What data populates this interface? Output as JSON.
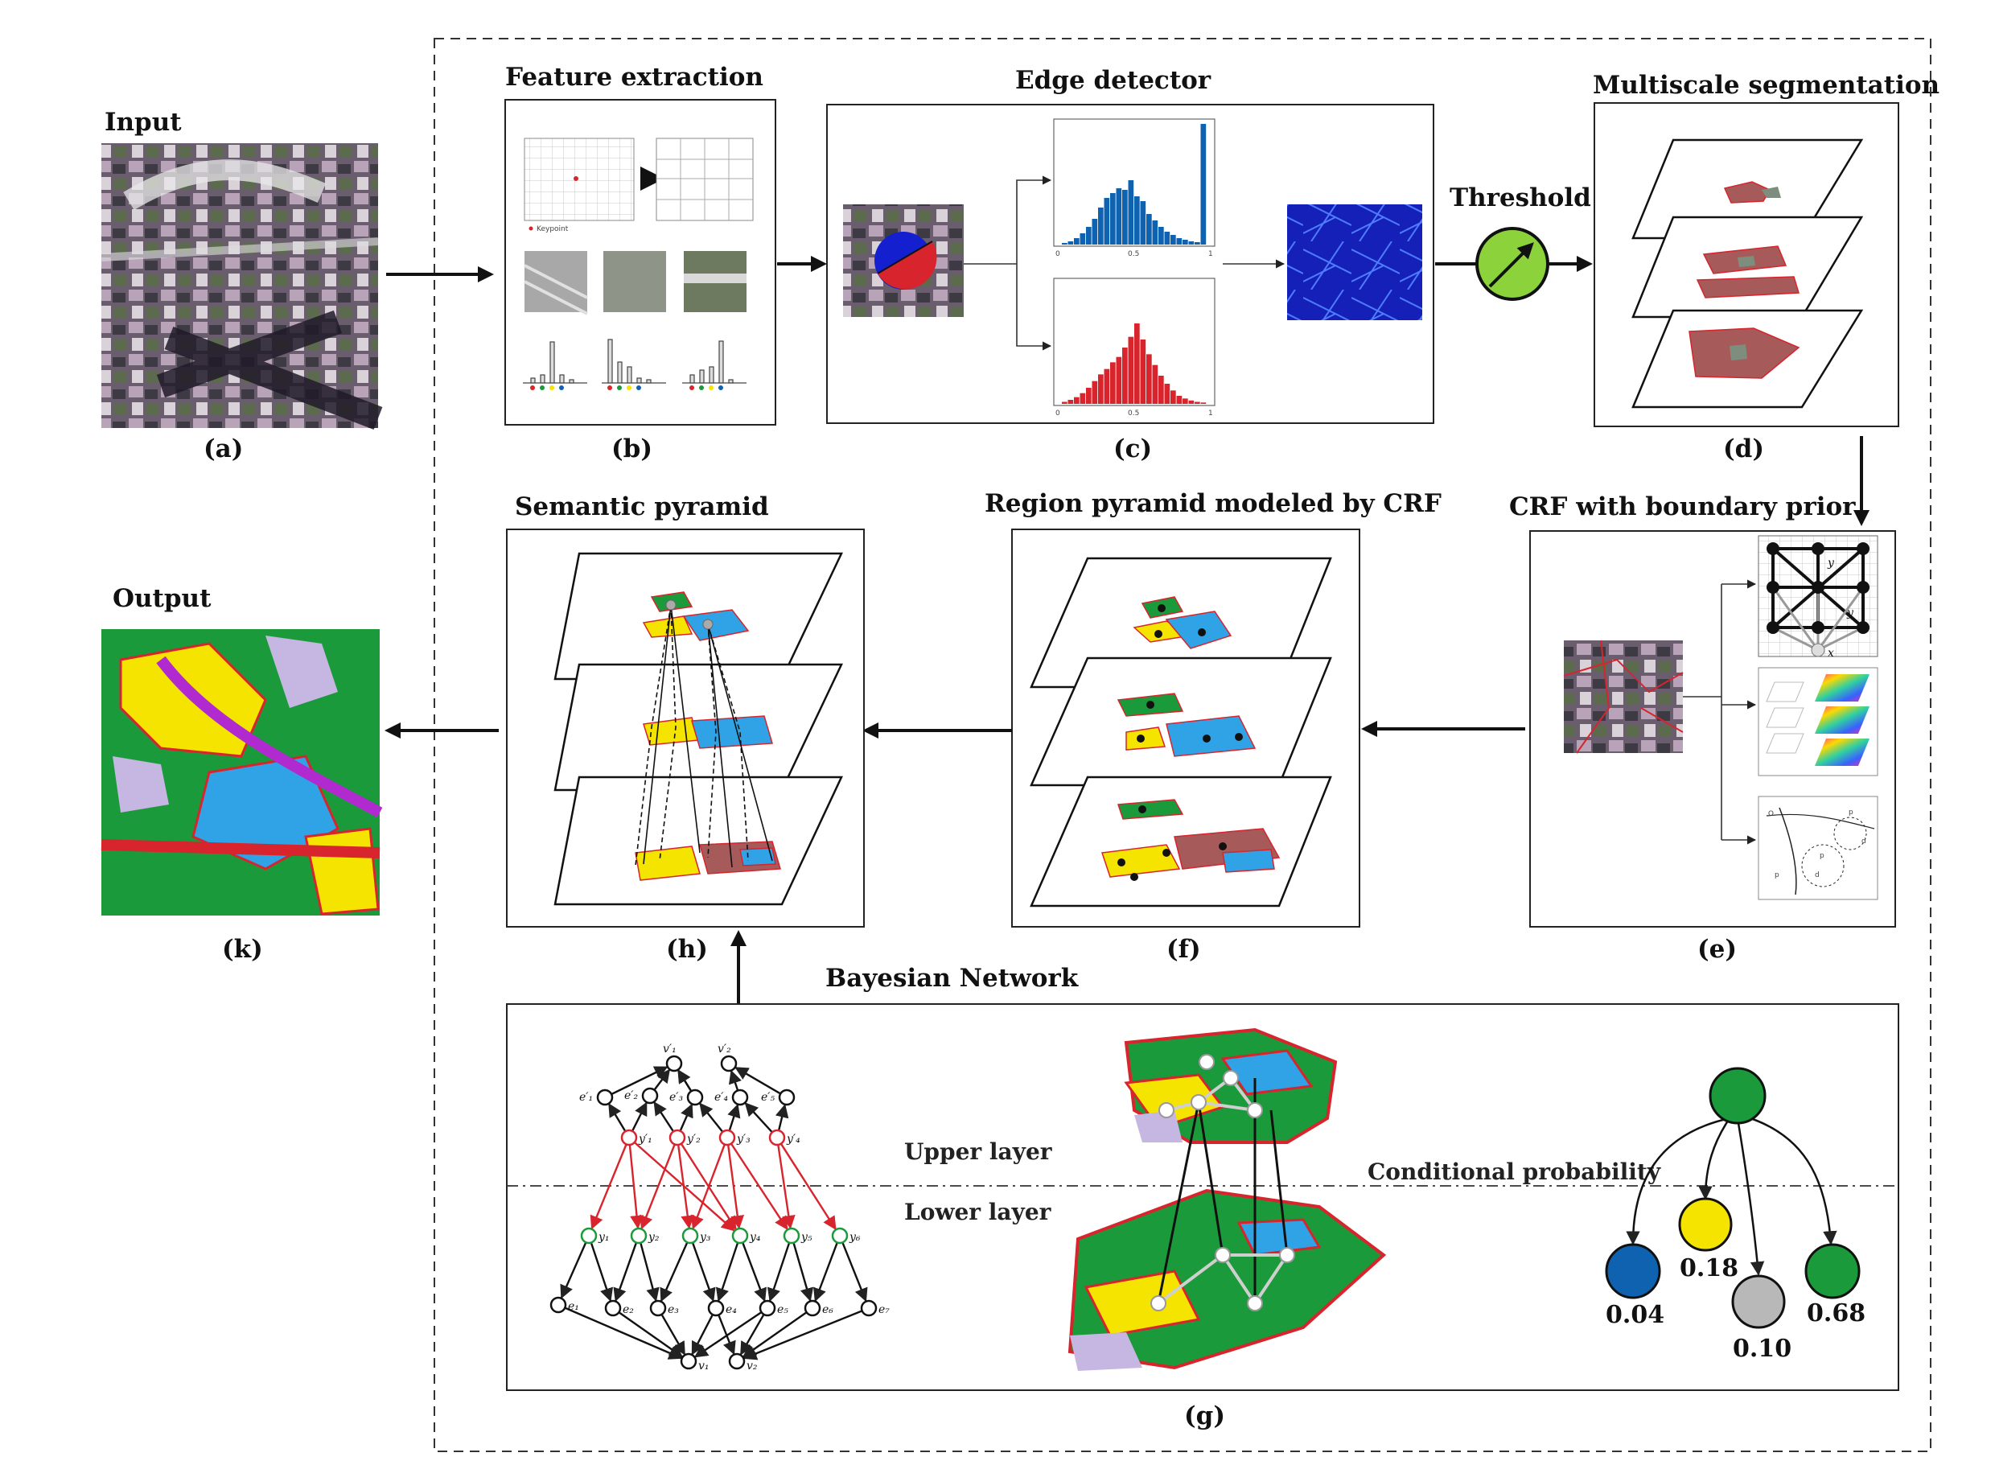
{
  "panels": {
    "input": {
      "title": "Input",
      "caption": "(a)"
    },
    "feature_extraction": {
      "title": "Feature extraction",
      "caption": "(b)",
      "legend": "Keypoint"
    },
    "edge_detector": {
      "title": "Edge detector",
      "caption": "(c)",
      "ticks": [
        "0",
        "0.5",
        "1"
      ]
    },
    "threshold": {
      "title": "Threshold"
    },
    "multiscale_segmentation": {
      "title": "Multiscale segmentation",
      "caption": "(d)"
    },
    "crf_boundary_prior": {
      "title": "CRF with boundary prior",
      "caption": "(e)",
      "labels": [
        "y",
        "y",
        "x",
        "Ω",
        "p",
        "p",
        "d",
        "d",
        "p"
      ]
    },
    "region_pyramid": {
      "title": "Region pyramid modeled by CRF",
      "caption": "(f)"
    },
    "bayesian_network": {
      "title": "Bayesian Network",
      "caption": "(g)",
      "upper_layer": "Upper layer",
      "lower_layer": "Lower layer",
      "conditional_probability": "Conditional probability",
      "probabilities": [
        "0.04",
        "0.18",
        "0.10",
        "0.68"
      ]
    },
    "semantic_pyramid": {
      "title": "Semantic pyramid",
      "caption": "(h)"
    },
    "output": {
      "title": "Output",
      "caption": "(k)"
    }
  },
  "bn_labels": {
    "top": [
      "v′₁",
      "v′₂"
    ],
    "upper_e": [
      "e′₁",
      "e′₂",
      "e′₃",
      "e′₄",
      "e′₅"
    ],
    "upper_y": [
      "y′₁",
      "y′₂",
      "y′₃",
      "y′₄"
    ],
    "lower_y": [
      "y₁",
      "y₂",
      "y₃",
      "y₄",
      "y₅",
      "y₆"
    ],
    "lower_e": [
      "e₁",
      "e₂",
      "e₃",
      "e₄",
      "e₅",
      "e₆",
      "e₇"
    ],
    "bottom": [
      "v₁",
      "v₂"
    ]
  },
  "colors": {
    "green": "#1a9a3a",
    "yellow": "#f5e400",
    "blue": "#0f62b0",
    "gray": "#b8b8b8",
    "red": "#d8242c",
    "cyan": "#2fa3e6",
    "lavender": "#c6b6e2"
  }
}
